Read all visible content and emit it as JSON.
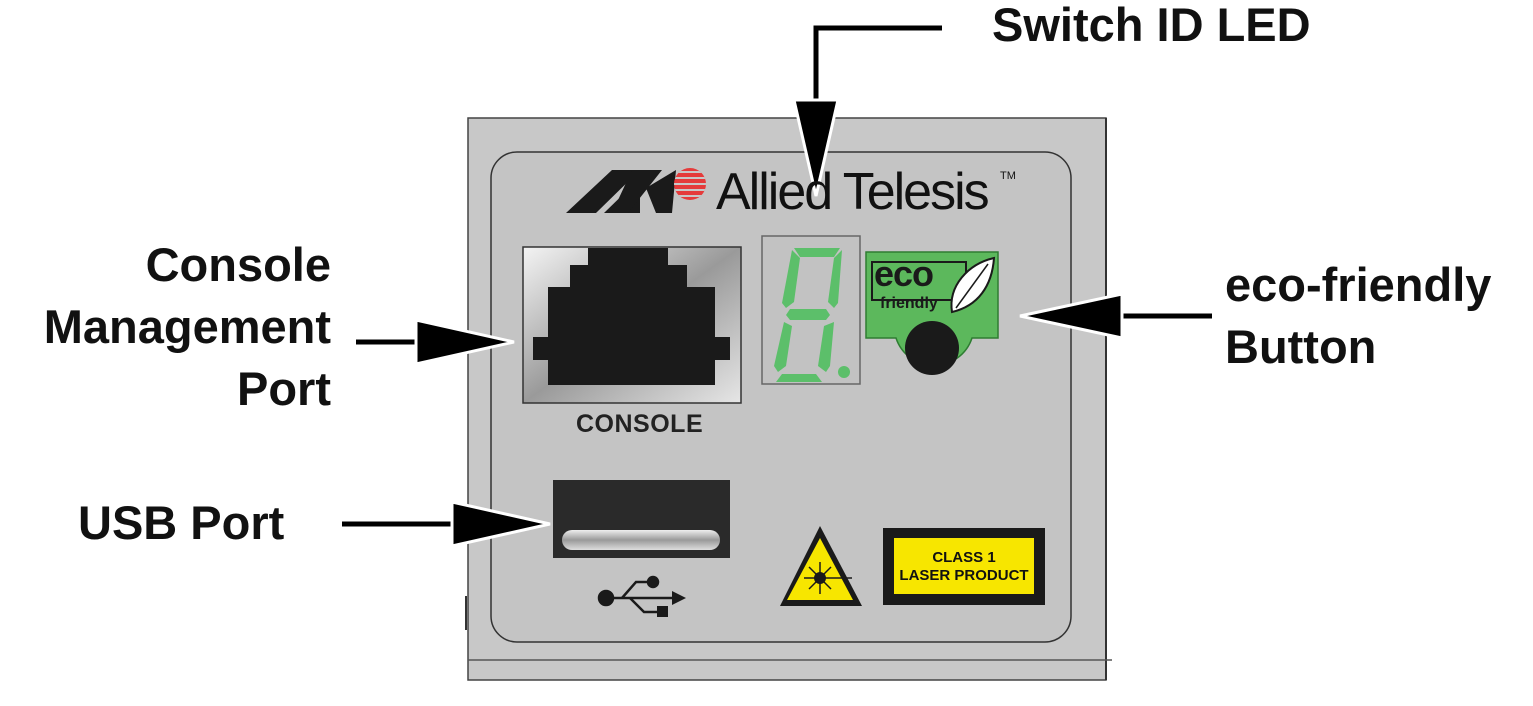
{
  "callouts": {
    "switch_id_led": "Switch ID LED",
    "console_port": [
      "Console",
      "Management",
      "Port"
    ],
    "eco_button": [
      "eco-friendly",
      "Button"
    ],
    "usb_port": "USB Port"
  },
  "panel": {
    "brand_name": "Allied Telesis",
    "brand_trademark": "TM",
    "console_label": "CONSOLE",
    "eco_badge_word": "eco",
    "eco_badge_sub": "friendly",
    "laser_label_line1": "CLASS 1",
    "laser_label_line2": "LASER PRODUCT"
  },
  "colors": {
    "panel_fill": "#c8c8c8",
    "eco_green": "#5cb85c",
    "led_green": "#5cbf6a",
    "laser_yellow": "#f7e600",
    "arrow_black": "#000000"
  }
}
